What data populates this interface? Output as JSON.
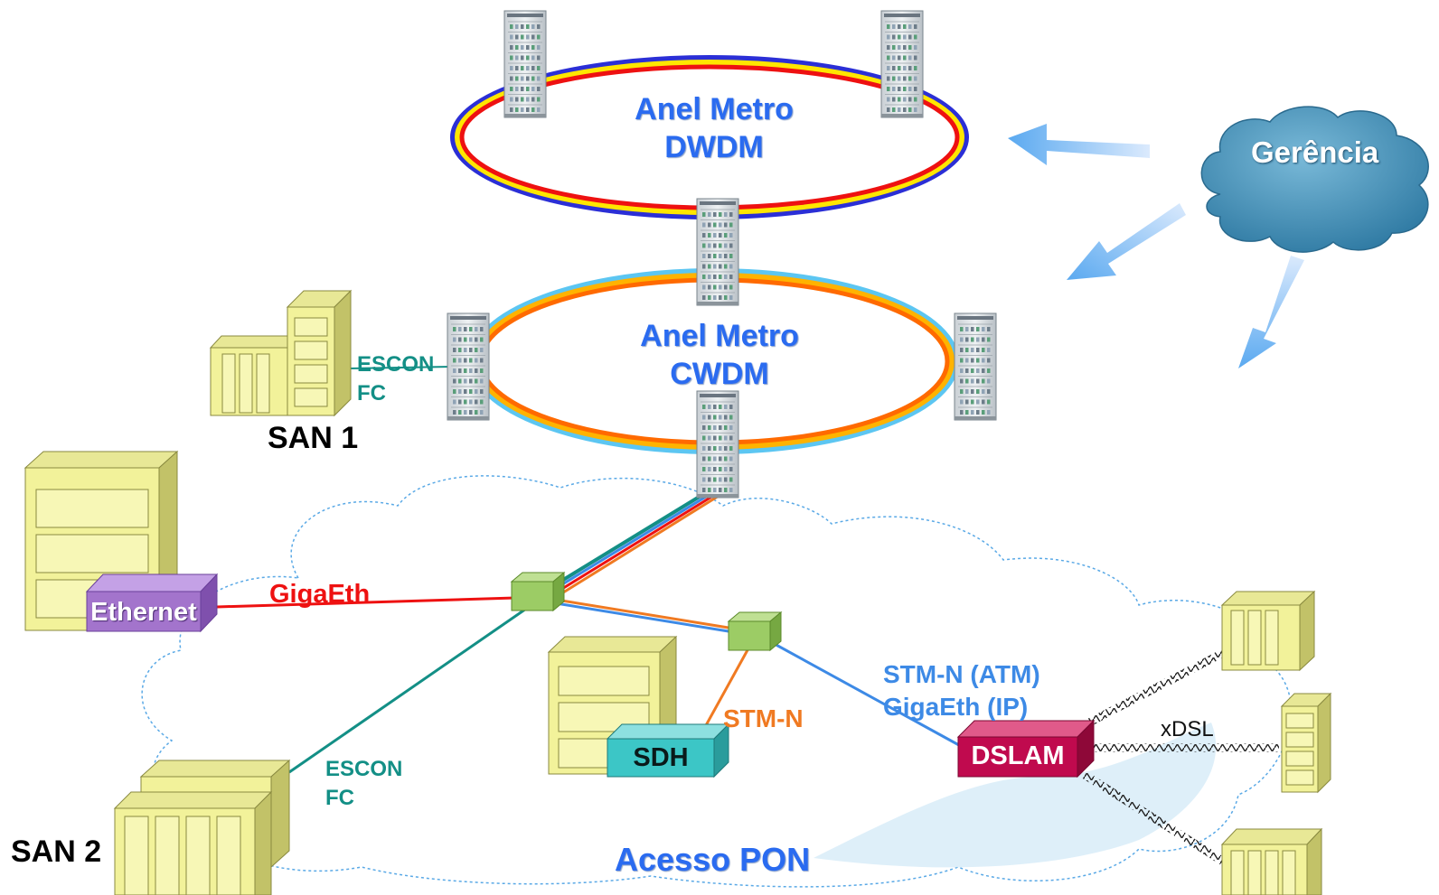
{
  "rings": {
    "dwdm": {
      "line1": "Anel Metro",
      "line2": "DWDM"
    },
    "cwdm": {
      "line1": "Anel Metro",
      "line2": "CWDM"
    }
  },
  "management": {
    "label": "Gerência"
  },
  "san1": {
    "label": "SAN 1",
    "link_line1": "ESCON",
    "link_line2": "FC"
  },
  "san2": {
    "label": "SAN 2",
    "link_line1": "ESCON",
    "link_line2": "FC"
  },
  "ethernet": {
    "label": "Ethernet",
    "link": "GigaEth"
  },
  "sdh": {
    "label": "SDH",
    "link": "STM-N"
  },
  "dslam": {
    "label": "DSLAM",
    "link_line1": "STM-N (ATM)",
    "link_line2": "GigaEth (IP)",
    "access": "xDSL"
  },
  "access_network": {
    "label": "Acesso PON"
  },
  "colors": {
    "dwdm_outer": "#2b2fd6",
    "dwdm_mid": "#ffe600",
    "dwdm_inner": "#ee1111",
    "cwdm_outer": "#5cc6f2",
    "cwdm_mid": "#ffb300",
    "cwdm_inner": "#ff6a00",
    "server": "#f2f29a",
    "router": "#9ccc65",
    "ethernet_box": "#a374cc",
    "sdh_box": "#3cc6c6",
    "dslam_box": "#c00a4e",
    "cloud": "#3d8fb8",
    "arrow": "#5aa9f0"
  },
  "icons": [
    "rack-icon",
    "server-icon",
    "router-icon",
    "cloud-icon",
    "arrow-icon"
  ]
}
